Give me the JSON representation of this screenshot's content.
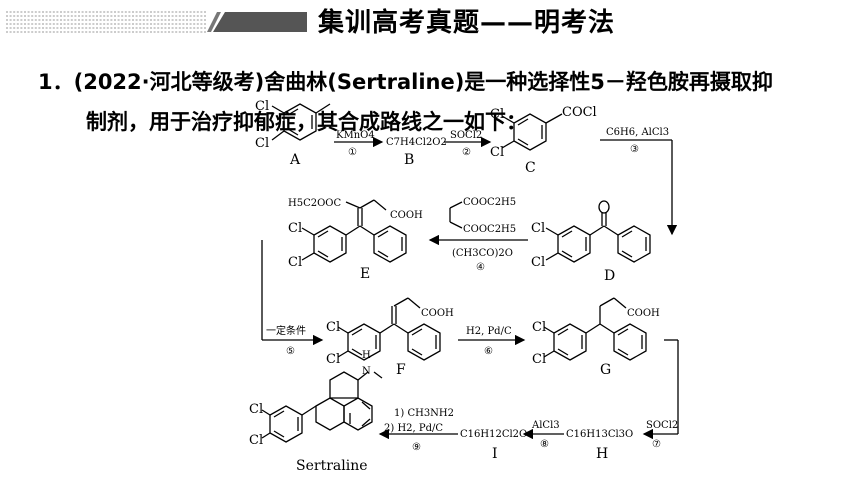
{
  "header": {
    "title": "集训高考真题——明考法"
  },
  "question": {
    "line1": "1．(2022·河北等级考)舍曲林(Sertraline)是一种选择性5－羟色胺再摄取抑",
    "line2": "制剂，用于治疗抑郁症，其合成路线之一如下："
  },
  "scheme": {
    "compounds": {
      "A": "A",
      "B": "B",
      "C": "C",
      "D": "D",
      "E": "E",
      "F": "F",
      "G": "G",
      "H": "H",
      "I": "I",
      "S": "Sertraline"
    },
    "formulas": {
      "B": "C7H4Cl2O2",
      "H": "C16H13Cl3O",
      "I": "C16H12Cl2O"
    },
    "groups": {
      "cl": "Cl",
      "cocl": "COCl",
      "cooh": "COOH",
      "e_ester": "H5C2OOC",
      "reagent4_ester": "COOC2H5",
      "nh": "H",
      "n": "N"
    },
    "reagents": {
      "r1_top": "KMnO4",
      "r1_num": "①",
      "r2_top": "SOCl2",
      "r2_num": "②",
      "r3_top": "C6H6, AlCl3",
      "r3_num": "③",
      "r4_bottom": "(CH3CO)2O",
      "r4_num": "④",
      "r5_top": "一定条件",
      "r5_num": "⑤",
      "r6_top": "H2, Pd/C",
      "r6_num": "⑥",
      "r7_top": "SOCl2",
      "r7_num": "⑦",
      "r8_top": "AlCl3",
      "r8_num": "⑧",
      "r9_top1": "1) CH3NH2",
      "r9_top2": "2) H2, Pd/C",
      "r9_num": "⑨"
    }
  }
}
